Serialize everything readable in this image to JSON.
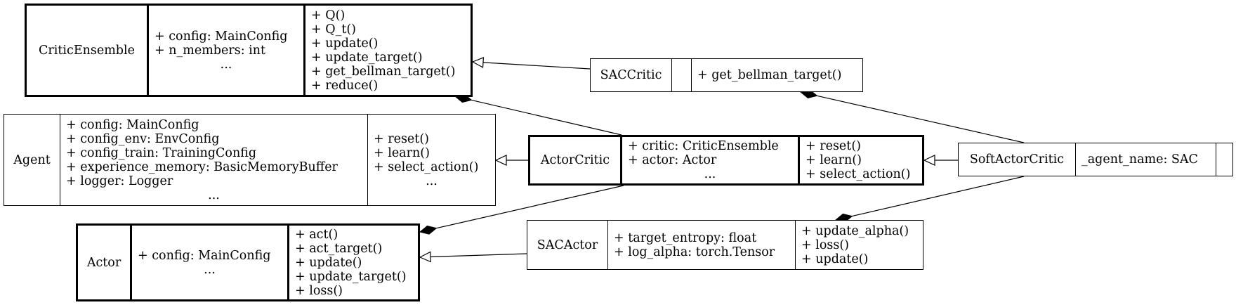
{
  "diagram": {
    "classes": {
      "critic_ensemble": {
        "name": "CriticEnsemble",
        "attributes": [
          "+ config: MainConfig",
          "+ n_members: int",
          "..."
        ],
        "methods": [
          "+ Q()",
          "+ Q_t()",
          "+ update()",
          "+ update_target()",
          "+ get_bellman_target()",
          "+ reduce()"
        ]
      },
      "sac_critic": {
        "name": "SACCritic",
        "attributes": [],
        "methods": [
          "+ get_bellman_target()"
        ]
      },
      "agent": {
        "name": "Agent",
        "attributes": [
          "+ config: MainConfig",
          "+ config_env: EnvConfig",
          "+ config_train: TrainingConfig",
          "+ experience_memory: BasicMemoryBuffer",
          "+ logger: Logger",
          "..."
        ],
        "methods": [
          "+ reset()",
          "+ learn()",
          "+ select_action()",
          "..."
        ]
      },
      "actor_critic": {
        "name": "ActorCritic",
        "attributes": [
          "+ critic: CriticEnsemble",
          "+ actor: Actor",
          "..."
        ],
        "methods": [
          "+ reset()",
          "+ learn()",
          "+ select_action()"
        ]
      },
      "soft_actor_critic": {
        "name": "SoftActorCritic",
        "attributes": [
          "_agent_name: SAC"
        ],
        "methods": []
      },
      "actor": {
        "name": "Actor",
        "attributes": [
          "+ config: MainConfig",
          "..."
        ],
        "methods": [
          "+ act()",
          "+ act_target()",
          "+ update()",
          "+ update_target()",
          "+ loss()"
        ]
      },
      "sac_actor": {
        "name": "SACActor",
        "attributes": [
          "+ target_entropy: float",
          "+ log_alpha: torch.Tensor"
        ],
        "methods": [
          "+ update_alpha()",
          "+ loss()",
          "+ update()"
        ]
      }
    },
    "relations": [
      {
        "from": "sac_critic",
        "to": "critic_ensemble",
        "kind": "inheritance"
      },
      {
        "from": "actor_critic",
        "to": "agent",
        "kind": "inheritance"
      },
      {
        "from": "soft_actor_critic",
        "to": "actor_critic",
        "kind": "inheritance"
      },
      {
        "from": "sac_actor",
        "to": "actor",
        "kind": "inheritance"
      },
      {
        "from": "actor_critic",
        "to": "critic_ensemble",
        "kind": "composition"
      },
      {
        "from": "actor_critic",
        "to": "actor",
        "kind": "composition"
      },
      {
        "from": "soft_actor_critic",
        "to": "sac_critic",
        "kind": "composition"
      },
      {
        "from": "soft_actor_critic",
        "to": "sac_actor",
        "kind": "composition"
      }
    ]
  }
}
